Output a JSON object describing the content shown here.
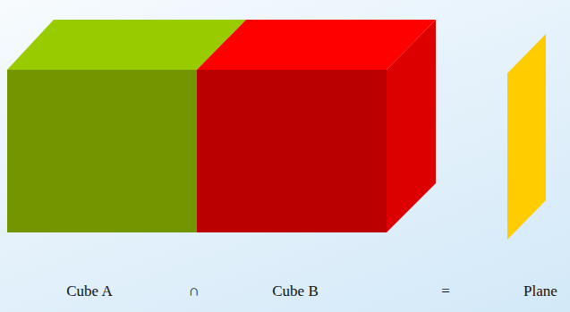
{
  "diagram": {
    "labels": [
      "Cube A",
      "∩",
      "Cube B",
      "=",
      "Plane"
    ]
  }
}
